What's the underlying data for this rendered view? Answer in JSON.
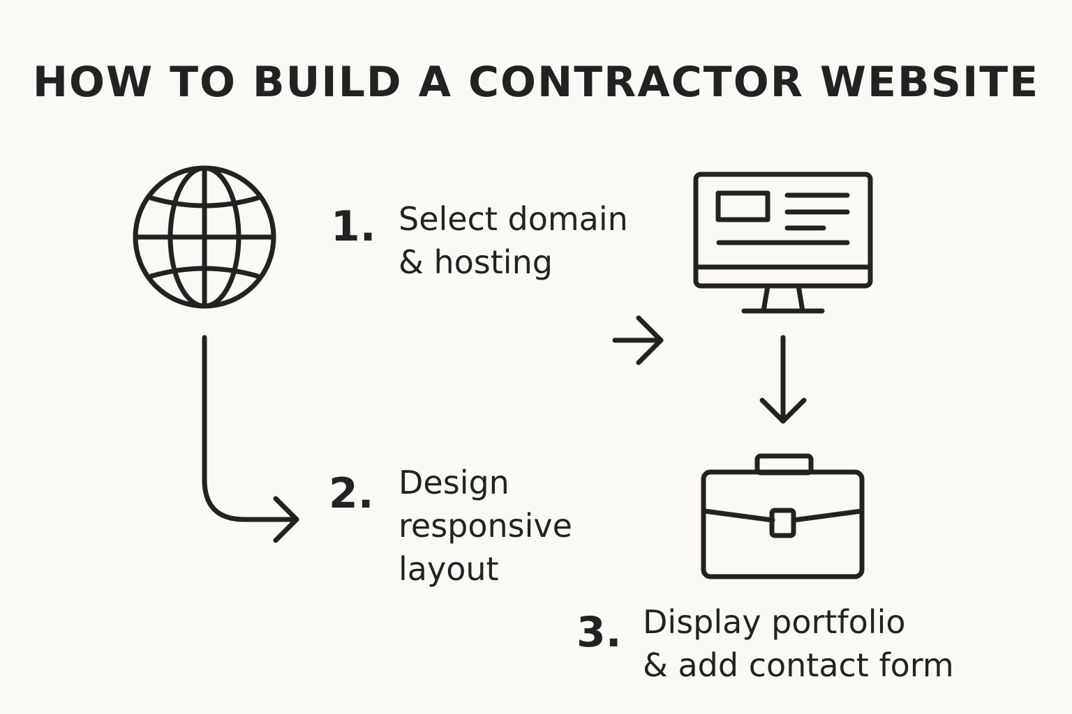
{
  "title": "HOW TO BUILD A CONTRACTOR WEBSITE",
  "ink_color": "#222222",
  "background_color": "#faf9f6",
  "steps": [
    {
      "number": "1.",
      "lines": [
        "Select domain",
        "& hosting"
      ],
      "icon": "globe-icon"
    },
    {
      "number": "2.",
      "lines": [
        "Design",
        "responsive",
        "layout"
      ],
      "icon": "monitor-icon"
    },
    {
      "number": "3.",
      "lines": [
        "Display portfolio",
        "& add contact form"
      ],
      "icon": "briefcase-icon"
    }
  ]
}
